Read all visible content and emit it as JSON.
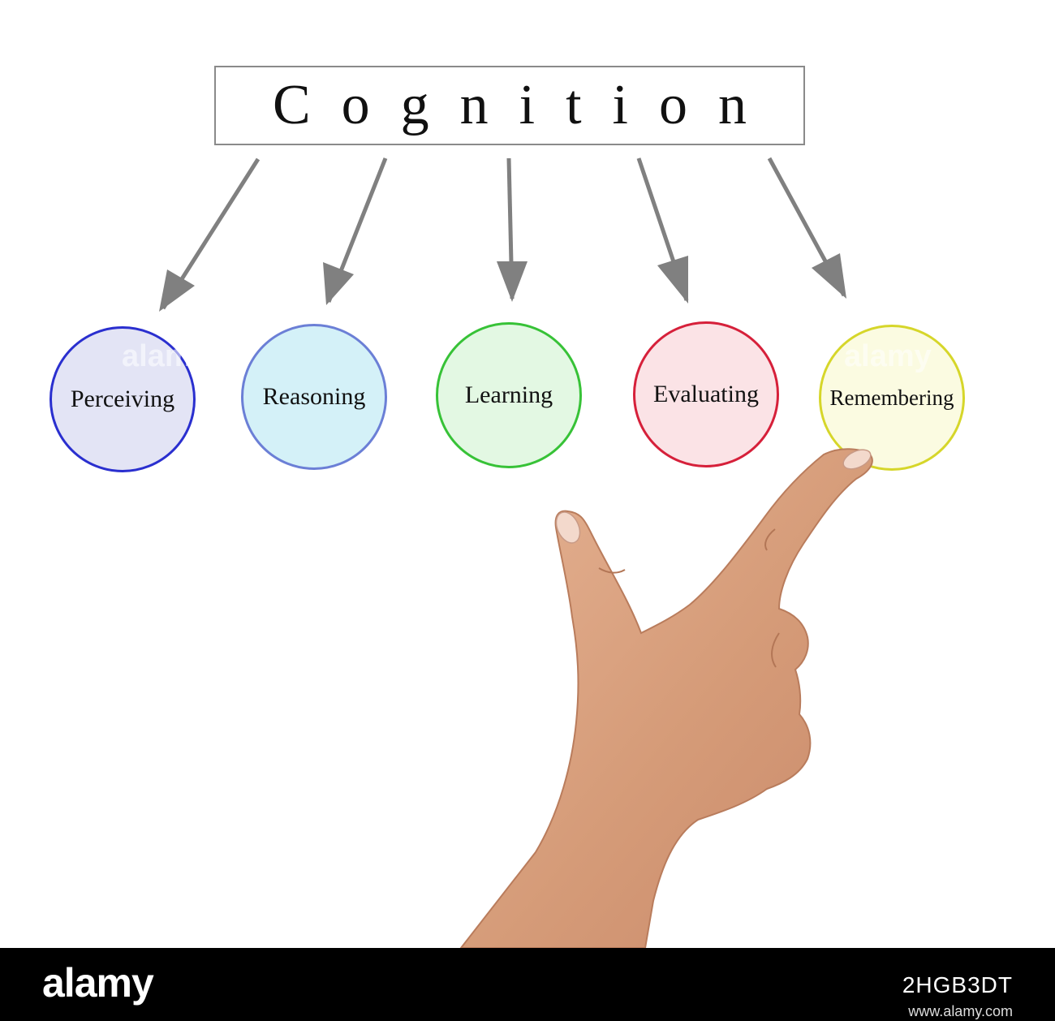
{
  "diagram": {
    "title": "Cognition",
    "nodes": [
      {
        "label": "Perceiving",
        "fill": "#e3e4f5",
        "stroke": "#2a2fcf"
      },
      {
        "label": "Reasoning",
        "fill": "#d4f1f8",
        "stroke": "#6b7fd6"
      },
      {
        "label": "Learning",
        "fill": "#e3f8e3",
        "stroke": "#37c237"
      },
      {
        "label": "Evaluating",
        "fill": "#fbe3e6",
        "stroke": "#d6203a"
      },
      {
        "label": "Remembering",
        "fill": "#fbfbe1",
        "stroke": "#d6d62a"
      }
    ],
    "arrow_color": "#808080"
  },
  "watermark": {
    "brand": "alamy",
    "image_id": "2HGB3DT",
    "url": "www.alamy.com"
  }
}
